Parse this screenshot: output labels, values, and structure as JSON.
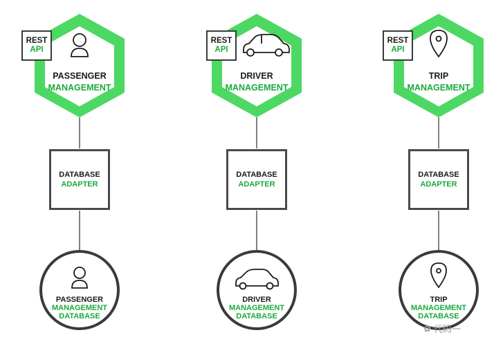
{
  "rest_label": "REST",
  "api_label": "API",
  "adapter": {
    "line1": "DATABASE",
    "line2": "ADAPTER"
  },
  "columns": [
    {
      "service": "PASSENGER",
      "service_sub": "MANAGEMENT",
      "icon": "person-icon",
      "db_line1": "PASSENGER",
      "db_line2": "MANAGEMENT",
      "db_line3": "DATABASE"
    },
    {
      "service": "DRIVER",
      "service_sub": "MANAGEMENT",
      "icon": "car-icon",
      "db_line1": "DRIVER",
      "db_line2": "MANAGEMENT",
      "db_line3": "DATABASE"
    },
    {
      "service": "TRIP",
      "service_sub": "MANAGEMENT",
      "icon": "location-pin-icon",
      "db_line1": "TRIP",
      "db_line2": "MANAGEMENT",
      "db_line3": "DATABASE"
    }
  ],
  "colors": {
    "green": "#1aaa3c",
    "hex_fill": "#4dd864",
    "dark": "#3a3a3a"
  },
  "watermark": "代码一"
}
